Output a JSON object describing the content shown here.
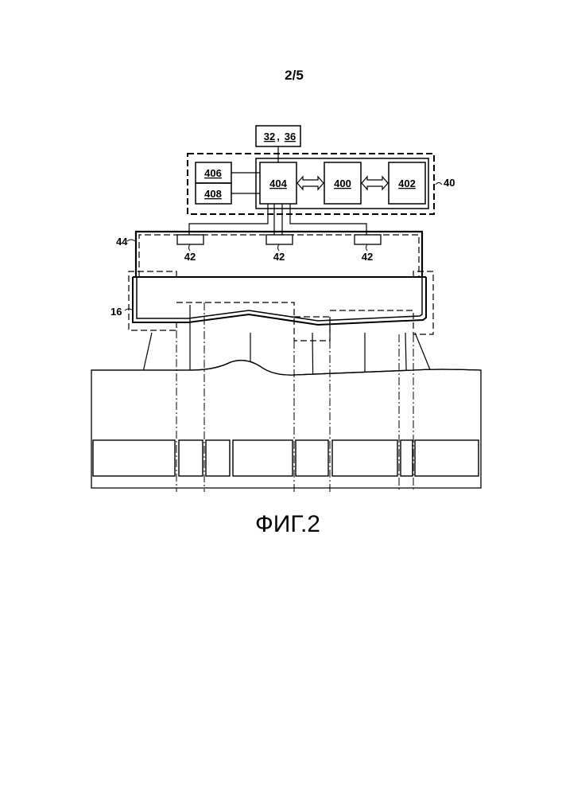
{
  "page_number": "2/5",
  "figure_caption": "ФИГ.2",
  "blocks": {
    "b32": "32",
    "comma": ",",
    "b36": "36",
    "b406": "406",
    "b408": "408",
    "b404": "404",
    "b400": "400",
    "b402": "402"
  },
  "refs": {
    "r40": "40",
    "r44": "44",
    "r16": "16",
    "r42": "42"
  }
}
